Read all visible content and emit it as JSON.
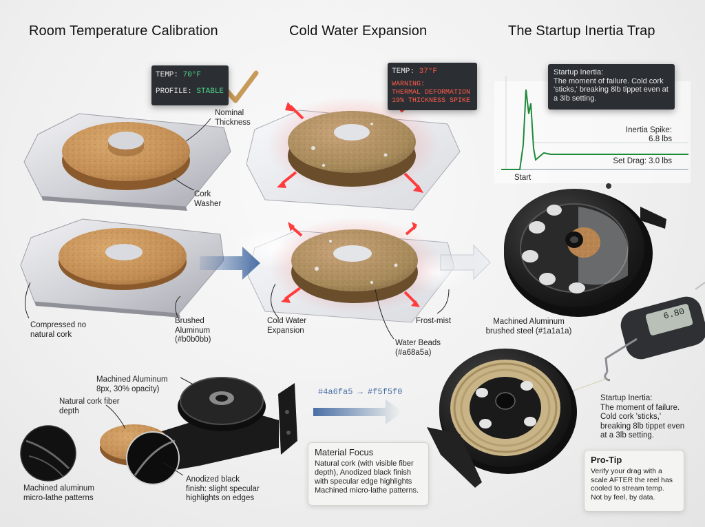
{
  "headers": {
    "room": "Room Temperature Calibration",
    "cold": "Cold Water Expansion",
    "trap": "The Startup Inertia Trap"
  },
  "room_panel": {
    "temp_label": "TEMP: ",
    "temp_value": "70°F",
    "profile_label": "PROFILE: ",
    "profile_value": "STABLE"
  },
  "cold_panel": {
    "temp_label": "TEMP: ",
    "temp_value": "37°F",
    "warning_line1": "WARNING:",
    "warning_line2": "THERMAL DEFORMATION",
    "warning_line3": "19% THICKNESS SPIKE"
  },
  "callouts": {
    "nominal_thickness": "Nominal Thickness",
    "cork_washer": "Cork Washer",
    "compressed": "Compressed no natural cork",
    "brushed_aluminum": "Brushed Aluminum (#b0b0bb)",
    "cold_water_expansion": "Cold Water Expansion",
    "frost_mist": "Frost-mist",
    "water_beads": "Water Beads (#a68a5a)",
    "machined_brushed": "Machined Aluminum brushed steel (#1a1a1a)",
    "machined_8px": "Machined Aluminum 8px, 30% opacity)",
    "natural_cork_depth": "Natural cork fiber depth",
    "micro_lathe": "Machined aluminum micro-lathe patterns",
    "anodized": "Anodized black finish: slight specular highlights on edges"
  },
  "gradient_label": "#4a6fa5 → #f5f5f0",
  "chart": {
    "note_title": "Startup Inertia:",
    "note_body": "The moment of failure. Cold cork 'sticks,' breaking 8lb tippet even at a 3lb setting.",
    "spike_label": "Inertia Spike:",
    "spike_value": "6.8 lbs",
    "set_label": "Set Drag: 3.0 lbs",
    "start_label": "Start"
  },
  "scale": {
    "display": "6.80"
  },
  "bottom_note": {
    "title": "Startup Inertia:",
    "body": "The moment of failure. Cold cork 'sticks,' breaking 8lb tippet even at a 3lb setting."
  },
  "material_focus": {
    "title": "Material Focus",
    "body": "Natural cork (with visible fiber depth), Anodized black finish with specular edge highlights Machined micro-lathe patterns."
  },
  "pro_tip": {
    "title": "Pro-Tip",
    "body": "Verify your drag with a scale AFTER the reel has cooled to stream temp. Not by feel, by data."
  },
  "colors": {
    "cork": "#c8935a",
    "aluminum": "#b0b0bb",
    "reel_black": "#1a1a1a",
    "warning_red": "#ff5a4a",
    "stable_green": "#4ed98a",
    "spike_green": "#1d8a3a",
    "gradient_start": "#4a6fa5",
    "gradient_end": "#f5f5f0"
  }
}
